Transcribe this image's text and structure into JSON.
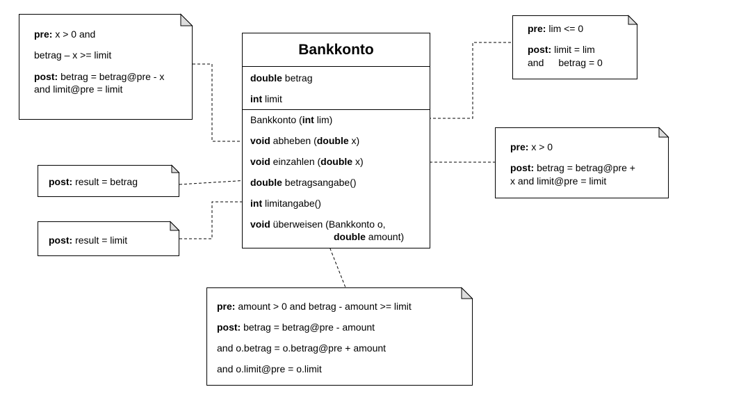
{
  "class_box": {
    "name": "Bankkonto",
    "attributes": [
      {
        "type": "double",
        "name": "betrag"
      },
      {
        "type": "int",
        "name": "limit"
      }
    ],
    "constructor": {
      "prefix": "Bankkonto (",
      "param_type": "int",
      "param_name": "lim)"
    },
    "methods": {
      "abheben": {
        "ret": "void",
        "pre": "abheben (",
        "t": "double",
        "post": "x)"
      },
      "einzahlen": {
        "ret": "void",
        "pre": "einzahlen (",
        "t": "double",
        "post": "x)"
      },
      "betragsangabe": {
        "ret": "double",
        "post": "betragsangabe()"
      },
      "limitangabe": {
        "ret": "int",
        "post": "limitangabe()"
      },
      "ueberweisen": {
        "ret": "void",
        "pre": "überweisen (Bankkonto o,",
        "t": "double",
        "post": "amount)"
      }
    }
  },
  "notes": {
    "abheben": {
      "pre_label": "pre:",
      "pre_text": "x > 0 and",
      "line2": "betrag – x >= limit",
      "post_label": "post:",
      "post_text": "betrag = betrag@pre - x",
      "line4": "and limit@pre = limit"
    },
    "constructor": {
      "pre_label": "pre:",
      "pre_text": "lim <= 0",
      "post_label": "post:",
      "post_text": "limit = lim",
      "line3a": "and",
      "line3b": "betrag = 0"
    },
    "einzahlen": {
      "pre_label": "pre:",
      "pre_text": "x > 0",
      "post_label": "post:",
      "post_text": "betrag = betrag@pre +",
      "line3": "x and limit@pre = limit"
    },
    "betragsangabe": {
      "post_label": "post:",
      "post_text": "result = betrag"
    },
    "limitangabe": {
      "post_label": "post:",
      "post_text": "result = limit"
    },
    "ueberweisen": {
      "pre_label": "pre:",
      "pre_text": "amount > 0 and betrag - amount >= limit",
      "post_label": "post:",
      "post_text": "betrag = betrag@pre - amount",
      "line3": "and o.betrag = o.betrag@pre + amount",
      "line4": "and o.limit@pre = o.limit"
    }
  }
}
